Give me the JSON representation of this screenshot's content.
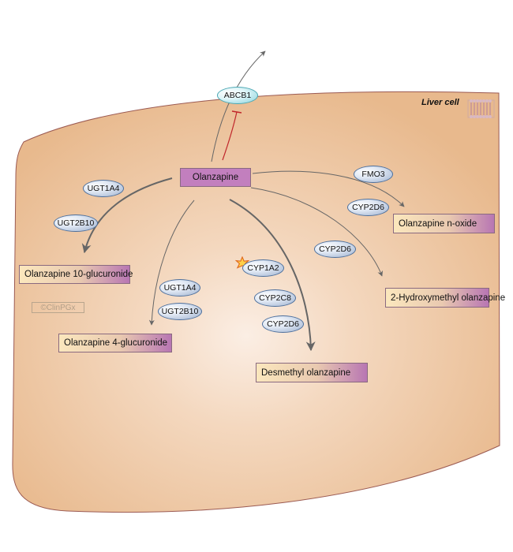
{
  "cell": {
    "label": "Liver cell"
  },
  "watermark": "©ClinPGx",
  "drug": "Olanzapine",
  "metabolites": [
    {
      "id": "n-oxide",
      "label": "Olanzapine n-oxide"
    },
    {
      "id": "10-glucuronide",
      "label": "Olanzapine 10-glucuronide"
    },
    {
      "id": "2-hydroxymethyl",
      "label": "2-Hydroxymethyl olanzapine"
    },
    {
      "id": "4-glucuronide",
      "label": "Olanzapine 4-glucuronide"
    },
    {
      "id": "desmethyl",
      "label": "Desmethyl olanzapine"
    }
  ],
  "enzymes": [
    {
      "id": "abcb1",
      "label": "ABCB1"
    },
    {
      "id": "ugt1a4-a",
      "label": "UGT1A4"
    },
    {
      "id": "ugt2b10-a",
      "label": "UGT2B10"
    },
    {
      "id": "fmo3",
      "label": "FMO3"
    },
    {
      "id": "cyp2d6-a",
      "label": "CYP2D6"
    },
    {
      "id": "cyp2d6-b",
      "label": "CYP2D6"
    },
    {
      "id": "cyp1a2",
      "label": "CYP1A2"
    },
    {
      "id": "ugt1a4-b",
      "label": "UGT1A4"
    },
    {
      "id": "ugt2b10-b",
      "label": "UGT2B10"
    },
    {
      "id": "cyp2c8",
      "label": "CYP2C8"
    },
    {
      "id": "cyp2d6-c",
      "label": "CYP2D6"
    }
  ],
  "colors": {
    "cell_fill_center": "#fbeee4",
    "cell_fill_edge": "#e8b98d",
    "cell_border": "#9b5a52",
    "inhibition": "#c0262b",
    "arrow": "#666666"
  }
}
